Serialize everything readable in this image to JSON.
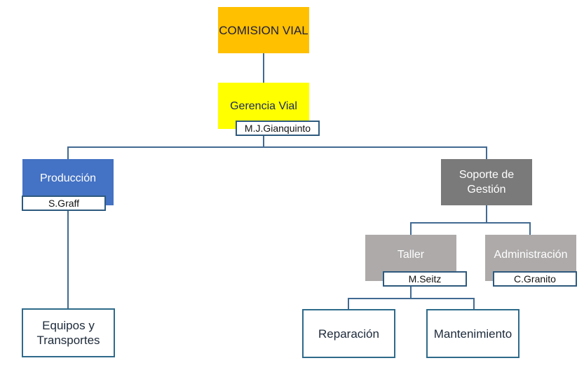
{
  "title": "Organigrama Comision Vial",
  "nodes": {
    "comision": {
      "label": "COMISION VIAL",
      "color": "#ffc000"
    },
    "gerencia": {
      "label": "Gerencia Vial",
      "person": "M.J.Gianquinto",
      "color": "#ffff00"
    },
    "produccion": {
      "label": "Producción",
      "person": "S.Graff",
      "color": "#4472c4"
    },
    "soporte": {
      "label_line1": "Soporte de",
      "label_line2": "Gestión",
      "color": "#7a7a7a"
    },
    "taller": {
      "label": "Taller",
      "person": "M.Seitz",
      "color": "#aeaaaa"
    },
    "administracion": {
      "label": "Administración",
      "person": "C.Granito",
      "color": "#aeaaaa"
    },
    "equipos": {
      "label_line1": "Equipos y",
      "label_line2": "Transportes"
    },
    "reparacion": {
      "label": "Reparación"
    },
    "mantenimiento": {
      "label": "Mantenimiento"
    }
  },
  "connector_color": "#416a92"
}
